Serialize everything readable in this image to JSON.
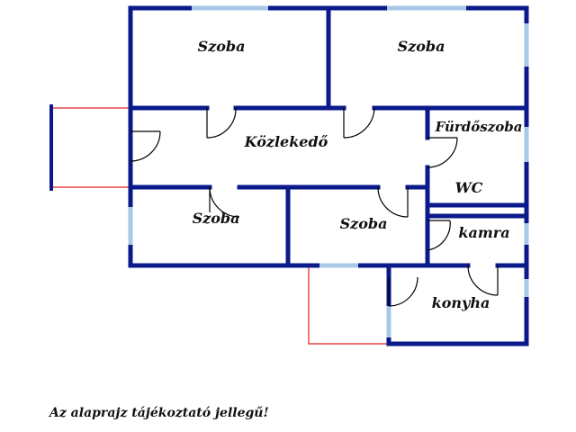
{
  "plan": {
    "rooms": {
      "szoba_nw": "Szoba",
      "szoba_ne": "Szoba",
      "kozlekedo": "Közlekedő",
      "furdoszoba": "Fürdőszoba",
      "wc": "WC",
      "szoba_sw": "Szoba",
      "szoba_s": "Szoba",
      "kamra": "kamra",
      "konyha": "konyha"
    },
    "colors": {
      "wall": "#0a1a8a",
      "window": "#a8c8e8",
      "door": "#000000",
      "terrace": "#e02020"
    }
  },
  "note": "Az alaprajz tájékoztató jellegű!"
}
